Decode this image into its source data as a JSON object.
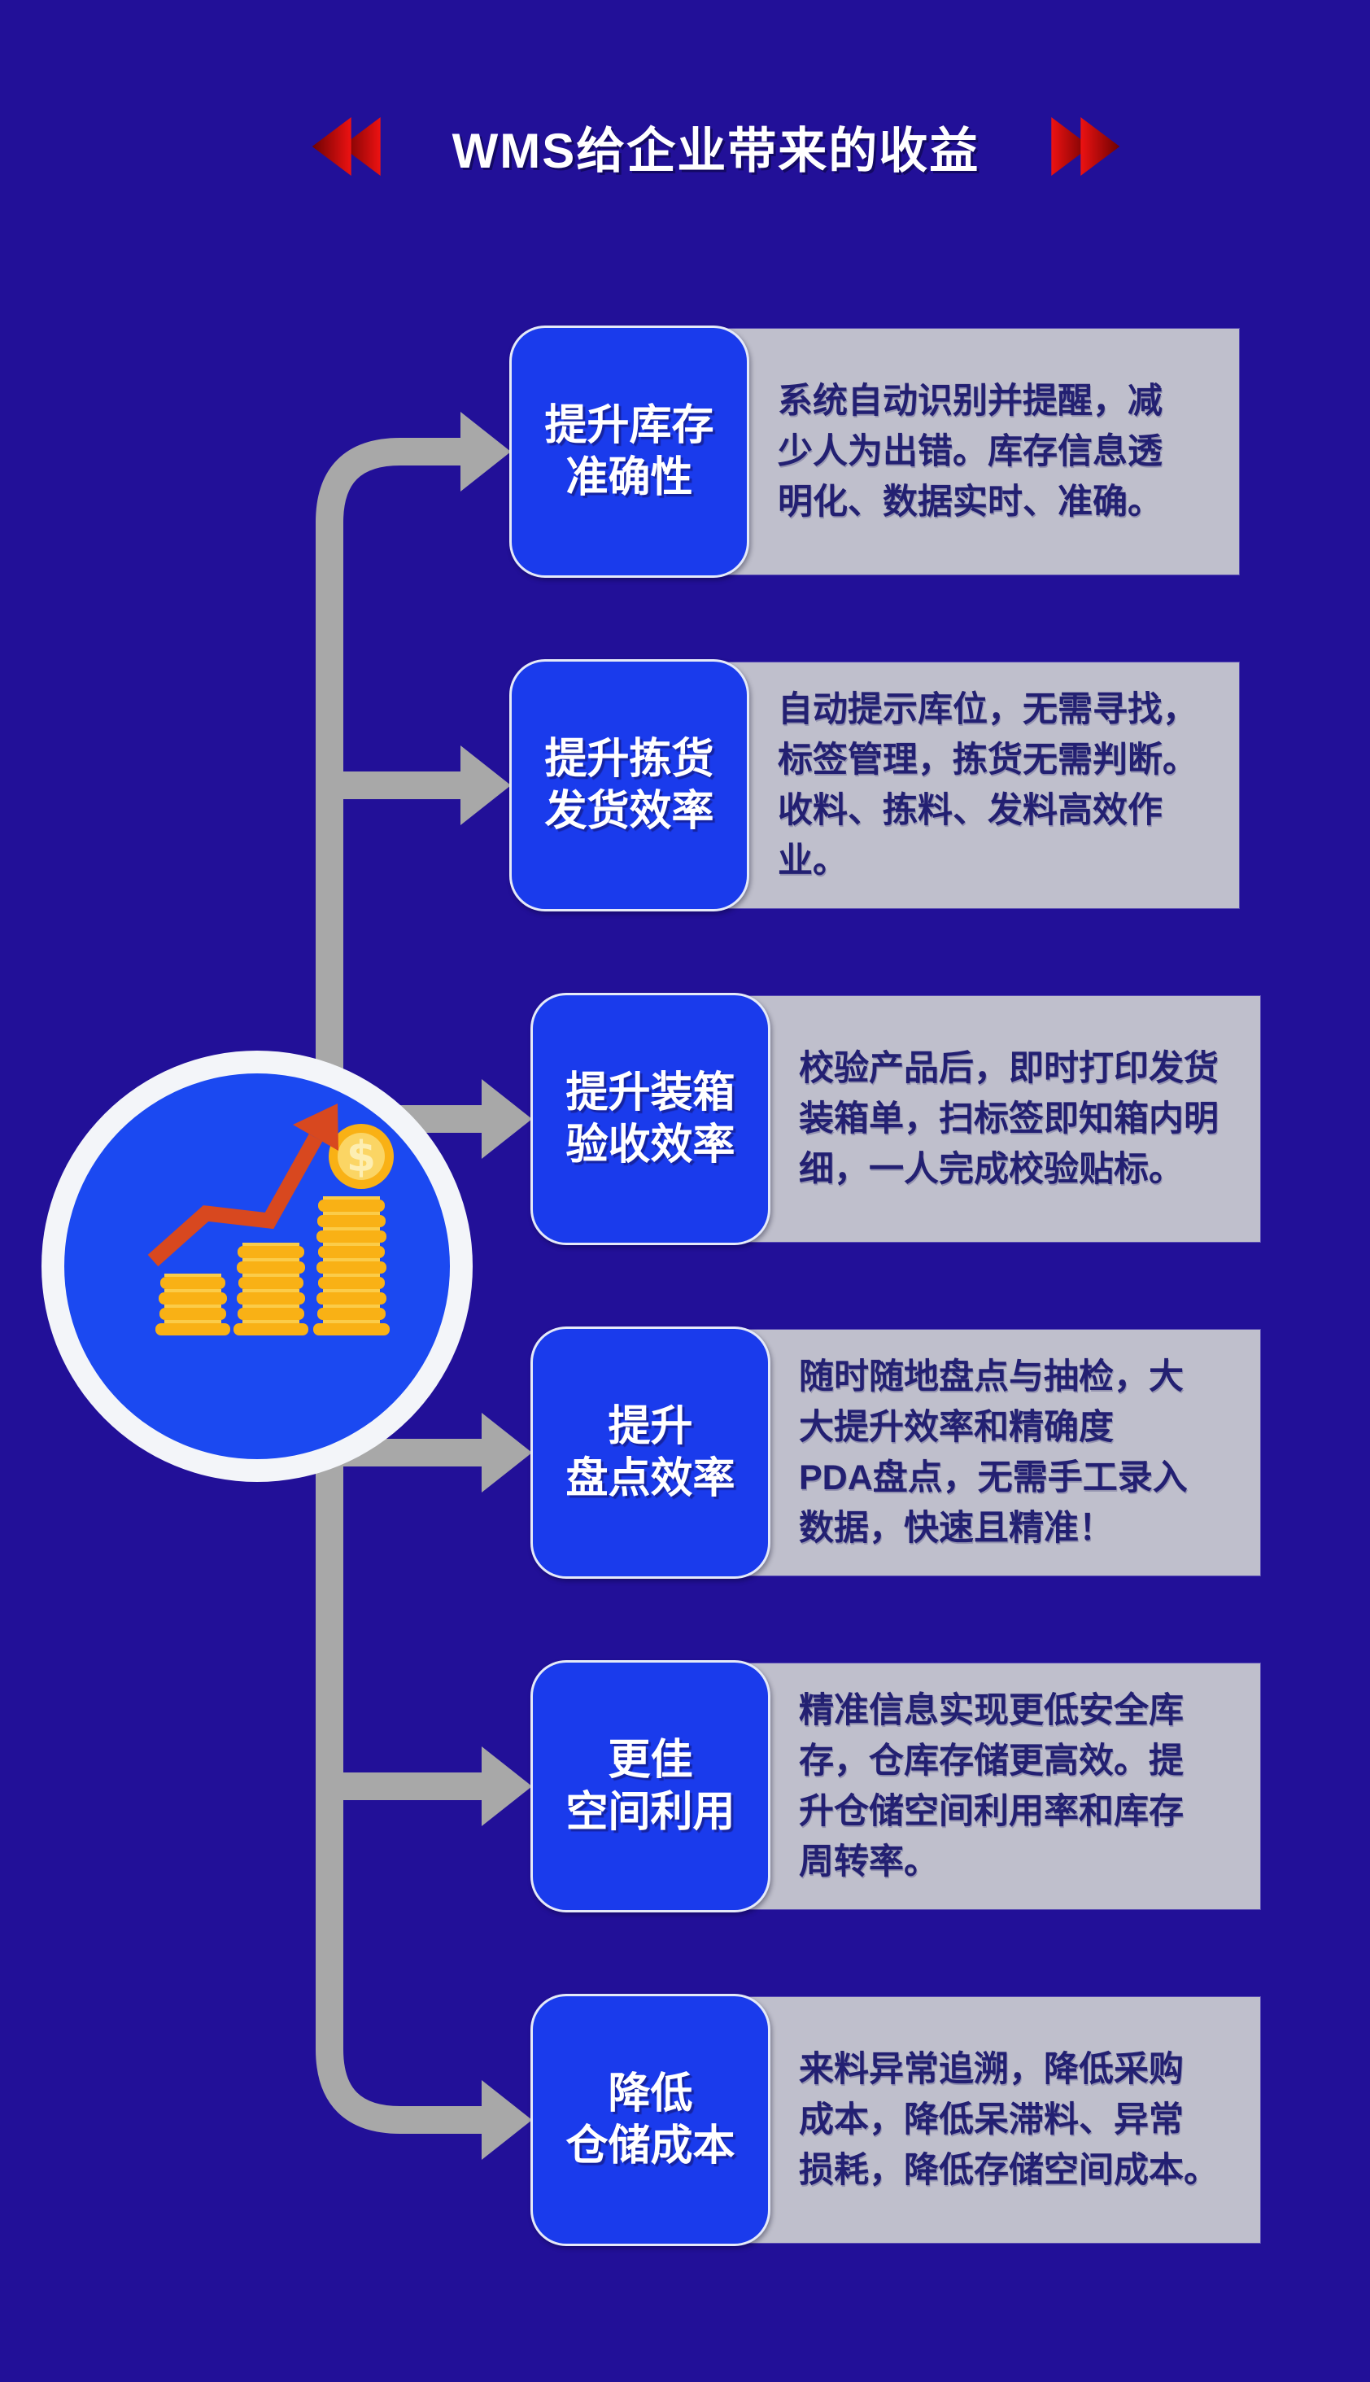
{
  "title": {
    "text": "WMS给企业带来的收益",
    "left_icon": "rewind-chevrons-icon",
    "right_icon": "forward-chevrons-icon"
  },
  "colors": {
    "background": "#221098",
    "primary_blue": "#1A3BEC",
    "circle_blue": "#1B49F1",
    "panel_gray": "#BFBFCC",
    "connector_gray": "#A8A8A8",
    "accent_red": "#E01010",
    "chart_arrow_red": "#D8481F",
    "coin_gold": "#F9B115",
    "coin_light": "#FBCC49",
    "text_navy": "#232072",
    "white_ring": "#F3F5F9"
  },
  "center_icon": {
    "name": "coin-stacks-growth-icon",
    "dollar_sign": "$"
  },
  "rows": [
    {
      "label": "提升库存\n准确性",
      "description": "系统自动识别并提醒，减\n少人为出错。库存信息透\n明化、数据实时、准确。"
    },
    {
      "label": "提升拣货\n发货效率",
      "description": "自动提示库位，无需寻找，\n标签管理，拣货无需判断。\n收料、拣料、发料高效作业。"
    },
    {
      "label": "提升装箱\n验收效率",
      "description": "校验产品后，即时打印发货\n装箱单，扫标签即知箱内明\n细，一人完成校验贴标。"
    },
    {
      "label": "提升\n盘点效率",
      "description": "随时随地盘点与抽检，大\n大提升效率和精确度\nPDA盘点，无需手工录入\n数据，快速且精准！"
    },
    {
      "label": "更佳\n空间利用",
      "description": "精准信息实现更低安全库\n存，仓库存储更高效。提\n升仓储空间利用率和库存\n周转率。"
    },
    {
      "label": "降低\n仓储成本",
      "description": "来料异常追溯，降低采购\n成本，降低呆滞料、异常\n损耗，降低存储空间成本。"
    }
  ]
}
